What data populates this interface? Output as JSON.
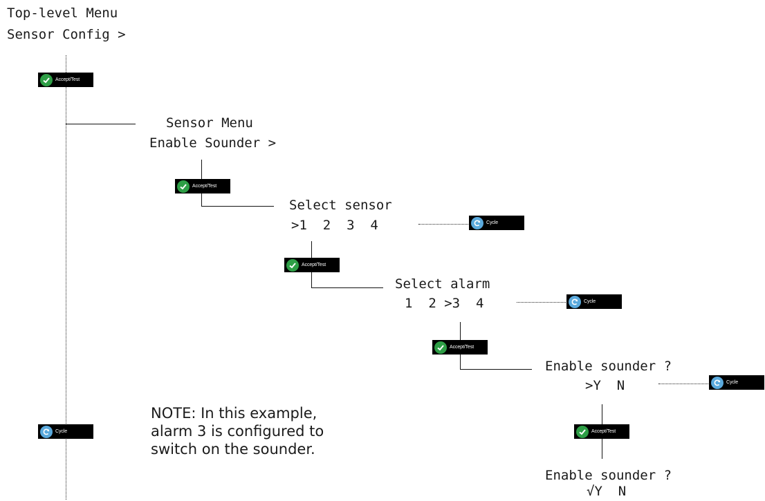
{
  "colors": {
    "accept_icon": "#2e9e46",
    "cycle_icon": "#5aa9dc",
    "button_bg": "#000000",
    "line": "#111111"
  },
  "icons": {
    "accept": "checkmark-icon",
    "cycle": "cycle-arrows-icon"
  },
  "buttons": {
    "accept_label": "Accept/Test",
    "cycle_label": "Cycle"
  },
  "top_menu": {
    "line1": "Top-level Menu",
    "line2": "Sensor Config >"
  },
  "sensor_menu": {
    "line1": "Sensor Menu",
    "line2": "Enable Sounder >"
  },
  "select_sensor": {
    "line1": "Select sensor",
    "line2": ">1  2  3  4"
  },
  "select_alarm": {
    "line1": "Select alarm",
    "line2": "1  2 >3  4"
  },
  "enable_sounder": {
    "line1": "Enable sounder ?",
    "line2": ">Y  N"
  },
  "enable_sounder_confirmed": {
    "line1": "Enable sounder ?",
    "line2": "√Y  N"
  },
  "note": {
    "line1": "NOTE: In this example,",
    "line2": "alarm 3 is configured to",
    "line3": "switch on the sounder."
  }
}
